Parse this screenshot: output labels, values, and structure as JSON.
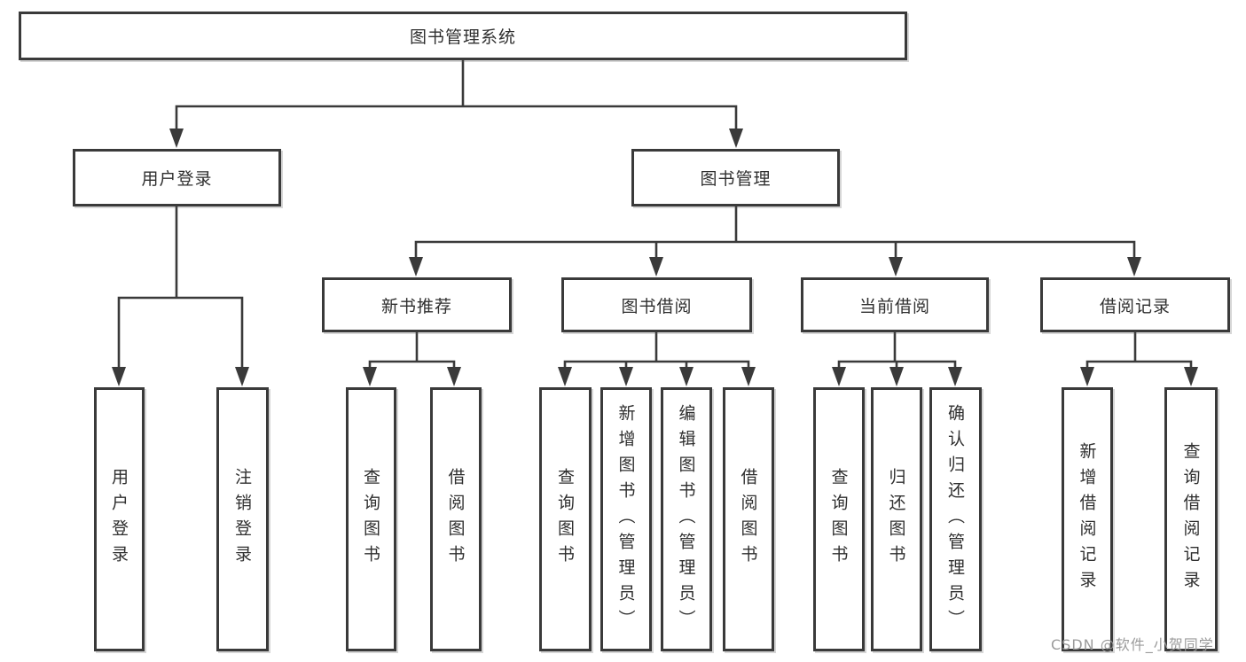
{
  "diagram": {
    "root": {
      "label": "图书管理系统"
    },
    "level2": {
      "user_login": {
        "label": "用户登录"
      },
      "book_mgmt": {
        "label": "图书管理"
      }
    },
    "level3": {
      "new_book": {
        "label": "新书推荐"
      },
      "book_borrow": {
        "label": "图书借阅"
      },
      "current_borrow": {
        "label": "当前借阅"
      },
      "borrow_records": {
        "label": "借阅记录"
      }
    },
    "leaves": {
      "user_login": [
        "用户登录",
        "注销登录"
      ],
      "new_book": [
        "查询图书",
        "借阅图书"
      ],
      "book_borrow": [
        "查询图书",
        "新增图书（管理员）",
        "编辑图书（管理员）",
        "借阅图书"
      ],
      "current_borrow": [
        "查询图书",
        "归还图书",
        "确认归还（管理员）"
      ],
      "borrow_records": [
        "新增借阅记录",
        "查询借阅记录"
      ]
    }
  },
  "watermark": "CSDN @软件_小贺同学",
  "colors": {
    "line": "#3a3a3a",
    "box_border": "#3a3a3a",
    "text": "#2f2f2f",
    "watermark_gray": "#9b9b9b",
    "background": "#ffffff"
  }
}
